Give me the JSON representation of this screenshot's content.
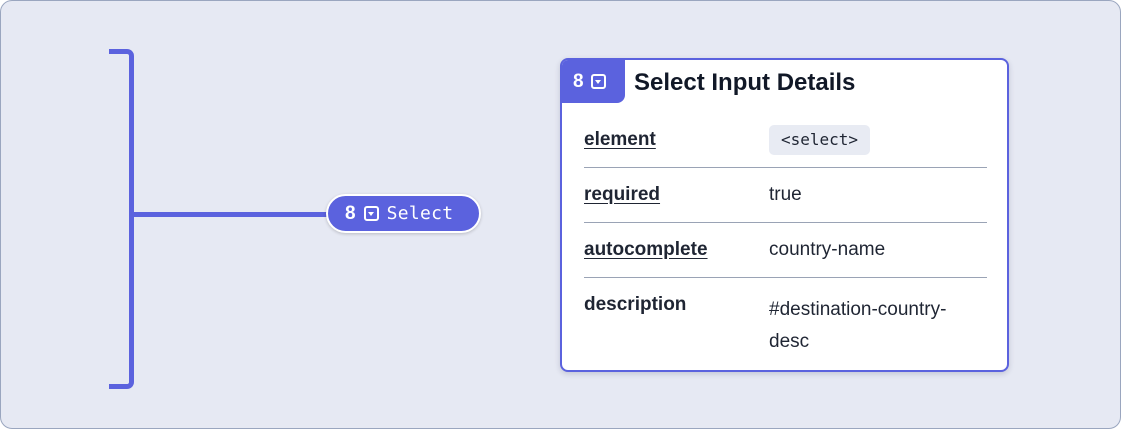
{
  "diagram": {
    "node": {
      "number": "8",
      "icon": "select-chevron-icon",
      "label": "Select"
    }
  },
  "details": {
    "number": "8",
    "icon": "select-chevron-icon",
    "title": "Select Input Details",
    "rows": [
      {
        "key": "element",
        "value": "<select>",
        "style": "code",
        "linked": true
      },
      {
        "key": "required",
        "value": "true",
        "style": "text",
        "linked": true
      },
      {
        "key": "autocomplete",
        "value": "country-name",
        "style": "text",
        "linked": true
      },
      {
        "key": "description",
        "value": "#destination-country-desc",
        "style": "text",
        "linked": false
      }
    ]
  },
  "colors": {
    "accent": "#5b62de",
    "background": "#e6e9f3",
    "card": "#ffffff",
    "text": "#1f2533"
  }
}
